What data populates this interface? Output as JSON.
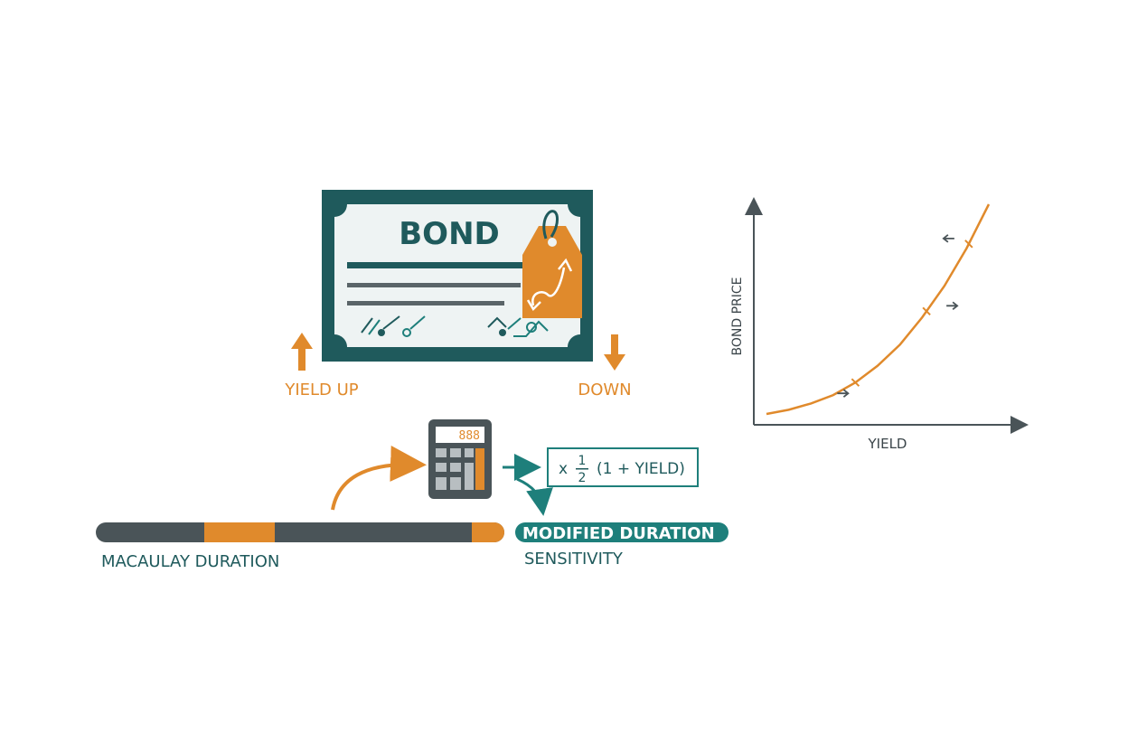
{
  "bond_card": {
    "title": "BOND"
  },
  "yield_up_label": "YIELD UP",
  "down_label": "DOWN",
  "calculator": {
    "display": "888"
  },
  "formula": {
    "prefix": "x",
    "numerator": "1",
    "denominator": "2",
    "tail": "(1 + YIELD)"
  },
  "macaulay_label": "MACAULAY DURATION",
  "modified_label": "MODIFIED DURATION",
  "sensitivity_label": "SENSITIVITY",
  "chart_data": {
    "type": "line",
    "xlabel": "YIELD",
    "ylabel": "BOND PRICE",
    "grid": false,
    "legend": "none",
    "series": [
      {
        "x": [
          0.0,
          0.1,
          0.2,
          0.3,
          0.4,
          0.5,
          0.6,
          0.7,
          0.8,
          0.9,
          1.0
        ],
        "values": [
          0.0,
          0.02,
          0.05,
          0.09,
          0.15,
          0.23,
          0.33,
          0.46,
          0.61,
          0.79,
          1.0
        ]
      }
    ],
    "marked_points_x": [
      0.4,
      0.72,
      0.91
    ]
  },
  "colors": {
    "teal_dark": "#1f5a5c",
    "teal": "#1e7f7b",
    "orange": "#e08a2c",
    "slate": "#4a5458",
    "card_bg": "#eef3f3"
  }
}
